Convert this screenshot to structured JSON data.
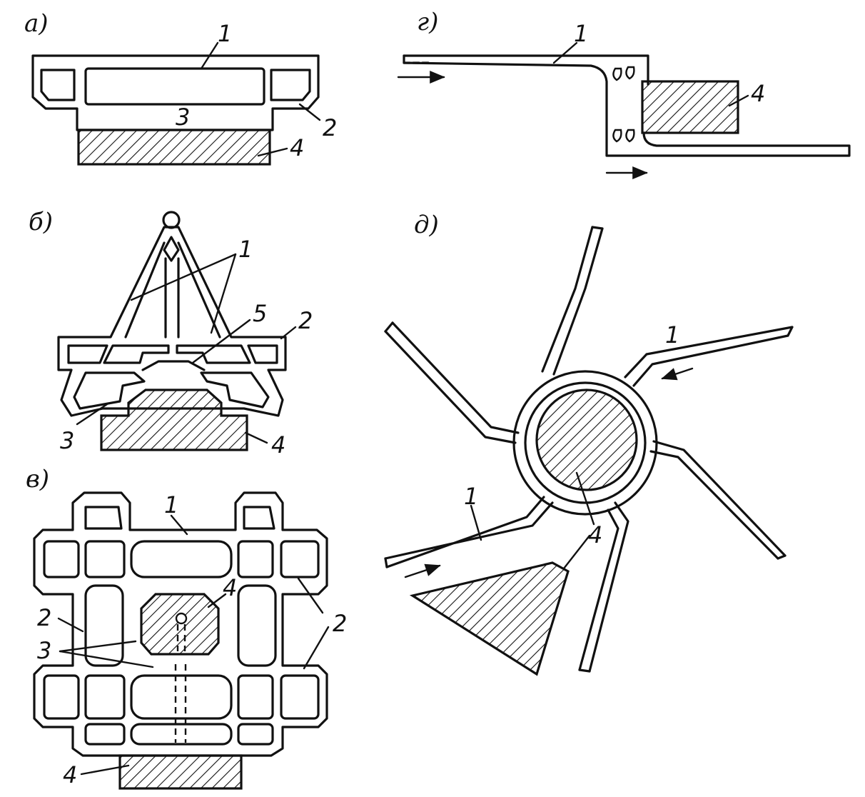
{
  "panels": {
    "a": {
      "letter": "а)",
      "callouts": {
        "c1": "1",
        "c2": "2",
        "c3": "3",
        "c4": "4"
      }
    },
    "b": {
      "letter": "б)",
      "callouts": {
        "c1": "1",
        "c2": "2",
        "c3": "3",
        "c4": "4",
        "c5": "5"
      }
    },
    "v": {
      "letter": "в)",
      "callouts": {
        "c1": "1",
        "c2a": "2",
        "c2b": "2",
        "c3": "3",
        "c4a": "4",
        "c4b": "4"
      }
    },
    "g": {
      "letter": "г)",
      "callouts": {
        "c1": "1",
        "c4": "4"
      }
    },
    "d": {
      "letter": "д)",
      "callouts": {
        "c1a": "1",
        "c1b": "1",
        "c4": "4"
      }
    }
  },
  "colors": {
    "ink": "#111111",
    "background": "#ffffff"
  }
}
